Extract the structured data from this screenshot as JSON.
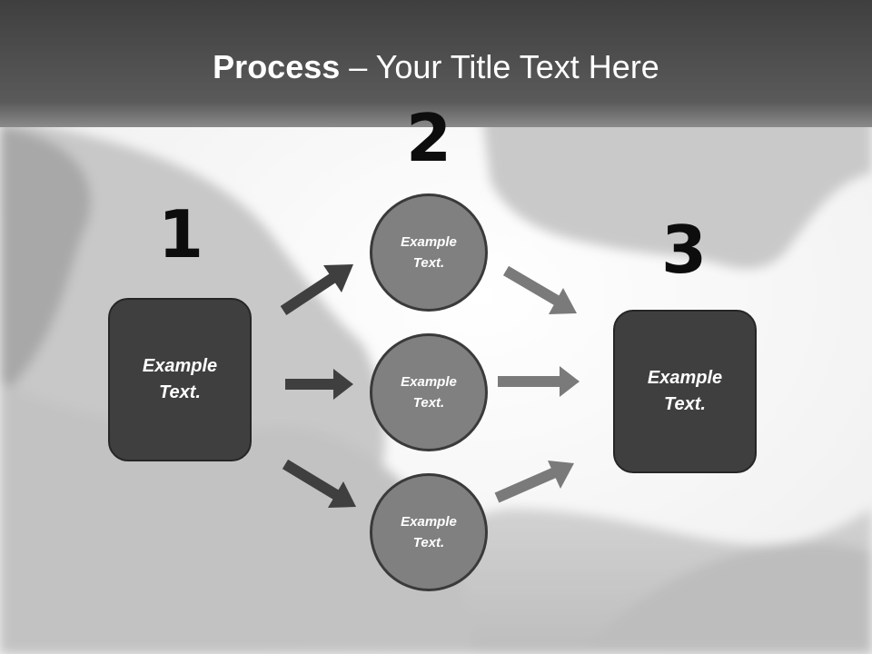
{
  "title": {
    "bold": "Process",
    "rest": " – Your Title Text Here"
  },
  "steps": [
    {
      "number": "1",
      "label": "Example Text."
    },
    {
      "number": "2",
      "items": [
        "Example Text.",
        "Example Text.",
        "Example Text."
      ]
    },
    {
      "number": "3",
      "label": "Example Text."
    }
  ],
  "colors": {
    "header_band": "#4a4a4a",
    "dark_box": "#3f3f3f",
    "circle_fill": "#808080",
    "arrow_dark": "#3f3f3f",
    "arrow_light": "#7a7a7a",
    "number_text": "#0d0d0d"
  }
}
